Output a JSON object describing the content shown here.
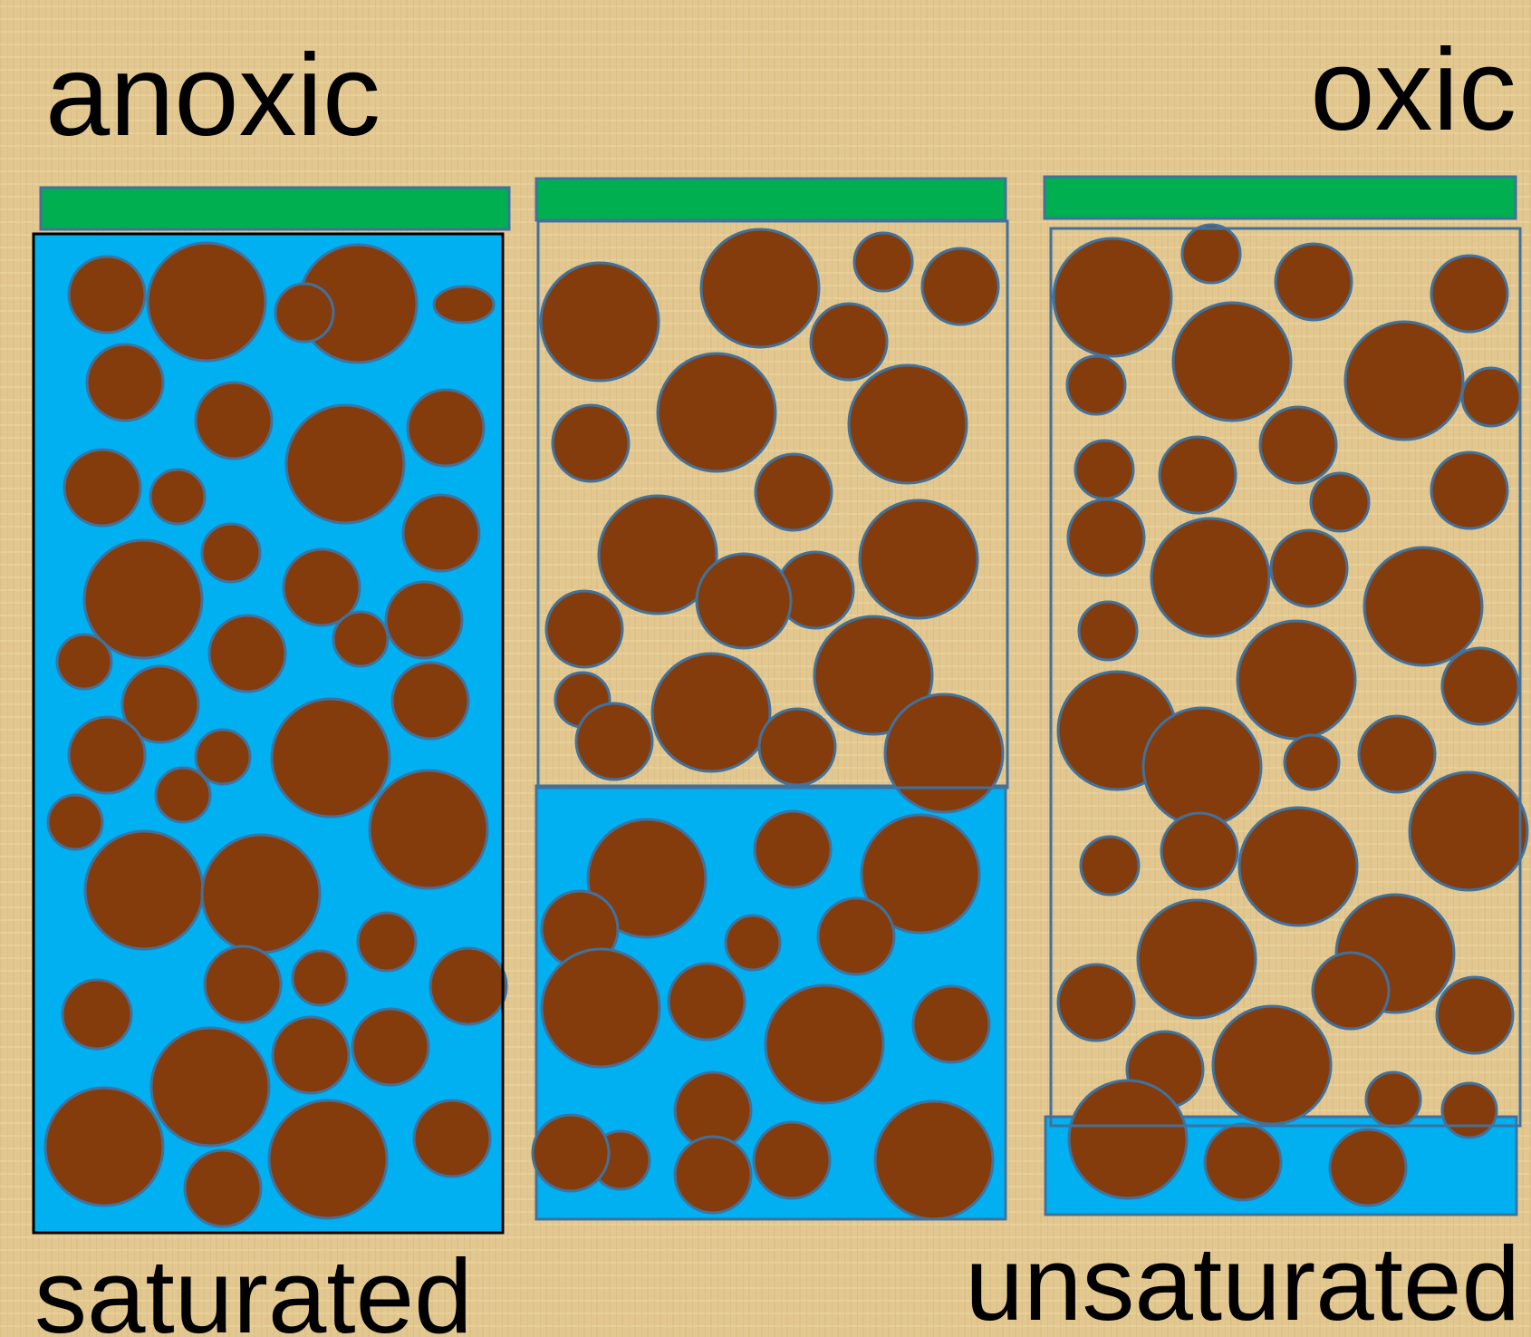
{
  "labels": {
    "top_left": "anoxic",
    "top_right": "oxic",
    "bottom_left": "saturated",
    "bottom_right": "unsaturated"
  },
  "columns": [
    {
      "id": "saturated-column",
      "water_fraction": 1.0
    },
    {
      "id": "partially-saturated-column",
      "water_fraction": 0.45
    },
    {
      "id": "unsaturated-column",
      "water_fraction": 0.09
    }
  ],
  "colors": {
    "background": "#e2c890",
    "water": "#00b0f0",
    "soil_particle": "#843c0c",
    "particle_outline": "#41719c",
    "vegetation_cap": "#00b050",
    "column_outline": "#41719c",
    "saturated_outline": "#000000",
    "text": "#000000"
  }
}
